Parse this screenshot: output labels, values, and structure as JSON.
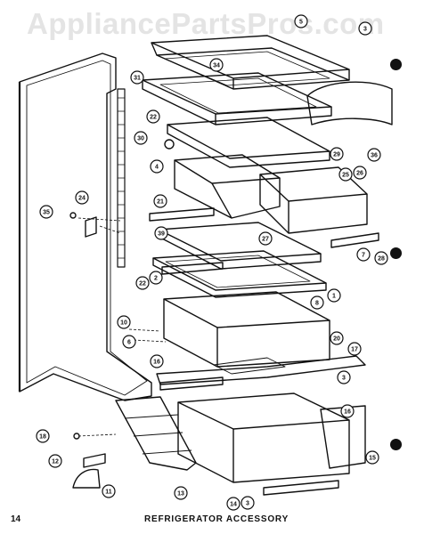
{
  "watermark": "AppliancePartsPros.com",
  "caption": "REFRIGERATOR ACCESSORY",
  "page_number": "14",
  "callouts": [
    "1",
    "2",
    "3",
    "4",
    "5",
    "6",
    "7",
    "8",
    "10",
    "11",
    "12",
    "13",
    "14",
    "15",
    "16",
    "17",
    "18",
    "20",
    "21",
    "22",
    "24",
    "25",
    "26",
    "27",
    "28",
    "29",
    "30",
    "31",
    "34",
    "35",
    "36",
    "39"
  ]
}
